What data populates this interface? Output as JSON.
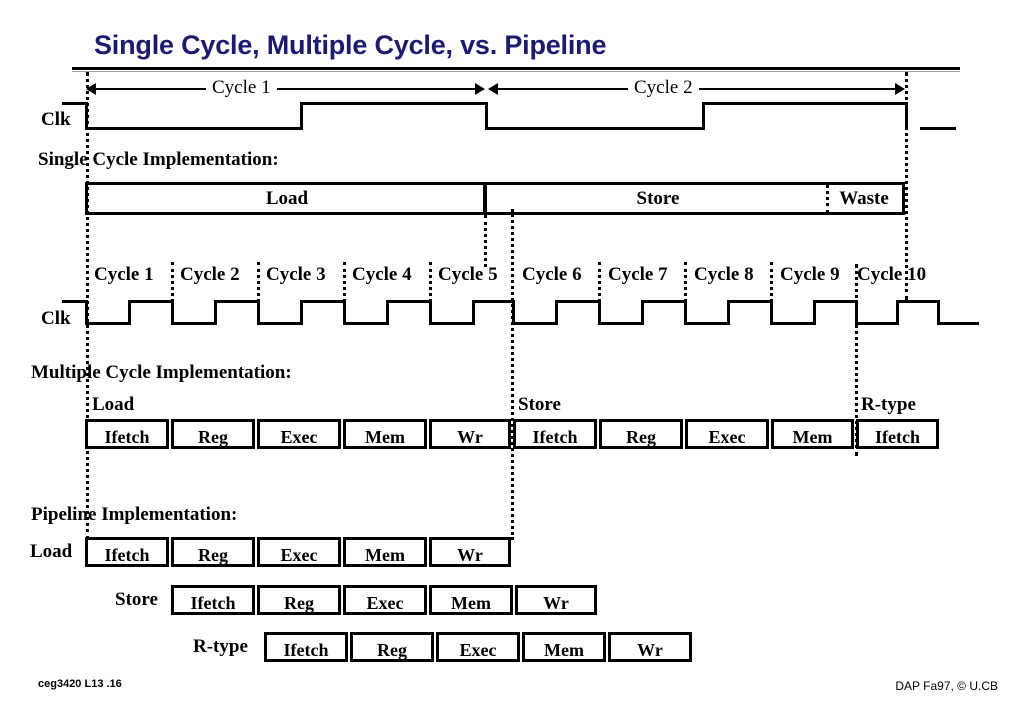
{
  "slide": {
    "title": "Single Cycle, Multiple Cycle, vs. Pipeline",
    "footer_left": "ceg3420  L13 .16",
    "footer_right": "DAP Fa97, © U.CB",
    "title_color": "#1b1b6f",
    "ink_color": "#000000",
    "background": "#ffffff"
  },
  "top_timing": {
    "clk_label": "Clk",
    "cycles": [
      {
        "label": "Cycle 1"
      },
      {
        "label": "Cycle 2"
      }
    ]
  },
  "single_cycle": {
    "heading": "Single Cycle Implementation:",
    "segments": [
      {
        "label": "Load"
      },
      {
        "label": "Store"
      },
      {
        "label": "Waste"
      }
    ]
  },
  "multi_timing": {
    "clk_label": "Clk",
    "cycle_labels": [
      "Cycle 1",
      "Cycle 2",
      "Cycle 3",
      "Cycle 4",
      "Cycle 5",
      "Cycle 6",
      "Cycle 7",
      "Cycle 8",
      "Cycle 9",
      "Cycle 10"
    ]
  },
  "multi_cycle": {
    "heading": "Multiple Cycle Implementation:",
    "groups": [
      {
        "name": "Load",
        "stages": [
          "Ifetch",
          "Reg",
          "Exec",
          "Mem",
          "Wr"
        ]
      },
      {
        "name": "Store",
        "stages": [
          "Ifetch",
          "Reg",
          "Exec",
          "Mem"
        ]
      },
      {
        "name": "R-type",
        "stages": [
          "Ifetch"
        ]
      }
    ]
  },
  "pipeline": {
    "heading": "Pipeline Implementation:",
    "rows": [
      {
        "name": "Load",
        "stages": [
          "Ifetch",
          "Reg",
          "Exec",
          "Mem",
          "Wr"
        ]
      },
      {
        "name": "Store",
        "stages": [
          "Ifetch",
          "Reg",
          "Exec",
          "Mem",
          "Wr"
        ]
      },
      {
        "name": "R-type",
        "stages": [
          "Ifetch",
          "Reg",
          "Exec",
          "Mem",
          "Wr"
        ]
      }
    ]
  }
}
